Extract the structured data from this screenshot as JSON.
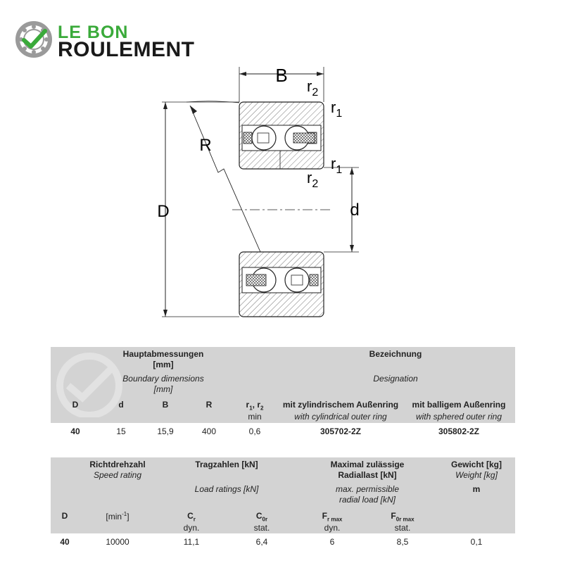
{
  "logo": {
    "line1": "LE BON",
    "line2": "ROULEMENT"
  },
  "drawing": {
    "label_B": "B",
    "label_r2": "r",
    "label_r2_sub": "2",
    "label_r1": "r",
    "label_r1_sub": "1",
    "label_R": "R",
    "label_D": "D",
    "label_d": "d"
  },
  "table1": {
    "group_main_de": "Hauptabmessungen",
    "group_main_unit_de": "[mm]",
    "group_main_en": "Boundary dimensions",
    "group_main_unit_en": "[mm]",
    "group_desig_de": "Bezeichnung",
    "group_desig_en": "Designation",
    "col_D": "D",
    "col_d": "d",
    "col_B": "B",
    "col_R": "R",
    "col_r": "r",
    "col_r_sub1": "1",
    "col_r_sep": ", r",
    "col_r_sub2": "2",
    "col_r_min": "min",
    "col_cyl_de": "mit zylindrischem Außenring",
    "col_cyl_en": "with cylindrical outer ring",
    "col_sph_de": "mit balligem Außenring",
    "col_sph_en": "with sphered outer ring",
    "row": {
      "D": "40",
      "d": "15",
      "B": "15,9",
      "R": "400",
      "r": "0,6",
      "cyl": "305702-2Z",
      "sph": "305802-2Z"
    }
  },
  "table2": {
    "speed_de": "Richtdrehzahl",
    "speed_en": "Speed rating",
    "load_de": "Tragzahlen [kN]",
    "load_en": "Load ratings [kN]",
    "radial_de1": "Maximal zulässige",
    "radial_de2": "Radiallast [kN]",
    "radial_en1": "max. permissible",
    "radial_en2": "radial load [kN]",
    "weight_de": "Gewicht [kg]",
    "weight_en": "Weight [kg]",
    "weight_sym": "m",
    "col_D": "D",
    "col_min": "[min",
    "col_min_sup": "-1",
    "col_min_end": "]",
    "col_Cr": "C",
    "col_Cr_sub": "r",
    "col_Cr_note": "dyn.",
    "col_C0r": "C",
    "col_C0r_sub": "0r",
    "col_C0r_note": "stat.",
    "col_Fr": "F",
    "col_Fr_sub": "r max",
    "col_Fr_note": "dyn.",
    "col_F0r": "F",
    "col_F0r_sub": "0r max",
    "col_F0r_note": "stat.",
    "row": {
      "D": "40",
      "speed": "10000",
      "Cr": "11,1",
      "C0r": "6,4",
      "Fr": "6",
      "F0r": "8,5",
      "m": "0,1"
    }
  }
}
